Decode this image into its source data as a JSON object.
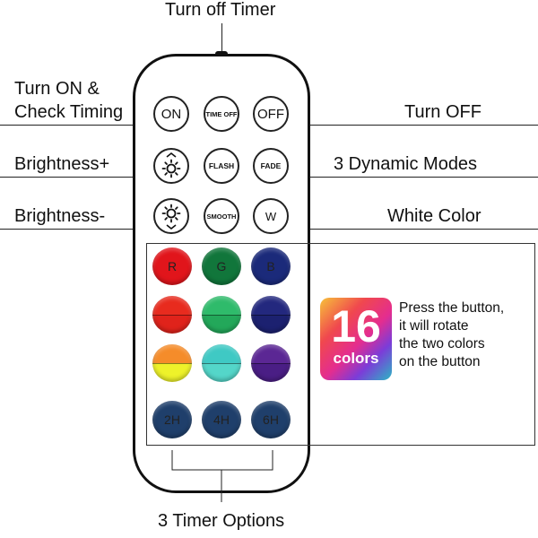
{
  "callouts": {
    "turn_off_timer": "Turn off Timer",
    "turn_on_line1": "Turn ON &",
    "turn_on_line2": "Check Timing",
    "turn_off": "Turn OFF",
    "brightness_plus": "Brightness+",
    "dynamic_modes": "3 Dynamic Modes",
    "brightness_minus": "Brightness-",
    "white_color": "White Color",
    "timer_options": "3 Timer Options"
  },
  "remote": {
    "row1": [
      "ON",
      "TIME OFF",
      "OFF"
    ],
    "row2": [
      "",
      "FLASH",
      "FADE"
    ],
    "row3": [
      "",
      "SMOOTH",
      "W"
    ],
    "color_rows": [
      [
        {
          "label": "R",
          "top": "#e1151b",
          "bottom": "#e1151b"
        },
        {
          "label": "G",
          "top": "#11763b",
          "bottom": "#11763b"
        },
        {
          "label": "B",
          "top": "#1b2a7a",
          "bottom": "#1b2a7a"
        }
      ],
      [
        {
          "label": "",
          "top": "#e82b1e",
          "bottom": "#e0231b"
        },
        {
          "label": "",
          "top": "#2fbb6b",
          "bottom": "#23a85a"
        },
        {
          "label": "",
          "top": "#23287e",
          "bottom": "#1c2170"
        }
      ],
      [
        {
          "label": "",
          "top": "#f58c2a",
          "bottom": "#eef22a"
        },
        {
          "label": "",
          "top": "#3fc9c4",
          "bottom": "#54d6c9"
        },
        {
          "label": "",
          "top": "#5b2794",
          "bottom": "#4a1e85"
        }
      ],
      [
        {
          "label": "2H",
          "top": "#1f3f6b",
          "bottom": "#1f3f6b"
        },
        {
          "label": "4H",
          "top": "#1f3f6b",
          "bottom": "#1f3f6b"
        },
        {
          "label": "6H",
          "top": "#1f3f6b",
          "bottom": "#1f3f6b"
        }
      ]
    ]
  },
  "badge": {
    "number": "16",
    "word": "colors"
  },
  "note_lines": [
    "Press the button,",
    "it will rotate",
    "the two colors",
    "on the button"
  ],
  "icons": [
    "sun-up-icon",
    "sun-down-icon"
  ]
}
